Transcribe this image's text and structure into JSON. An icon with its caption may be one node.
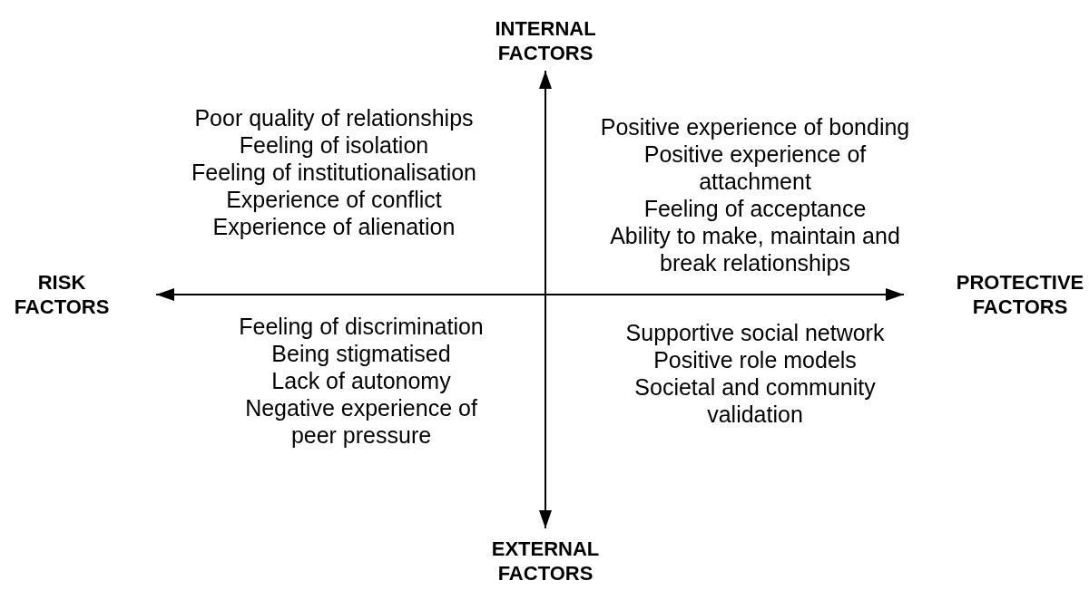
{
  "diagram": {
    "labels": [
      "INTERNAL FACTORS",
      "Poor quality of relationships",
      "Feeling of isolation",
      "Feeling of institutionalisation",
      "Experience of conflict",
      "Experience of alienation",
      "Positive experience of bonding",
      "Positive experience of attachment",
      "Feeling of acceptance",
      "Ability to make, maintain and break relationships",
      "RISK FACTORS",
      "PROTECTIVE FACTORS",
      "Feeling of discrimination",
      "Being stigmatised",
      "Lack of autonomy",
      "Negative experience of peer pressure",
      "Supportive social network",
      "Positive role models",
      "Societal and community validation",
      "EXTERNAL FACTORS"
    ]
  }
}
